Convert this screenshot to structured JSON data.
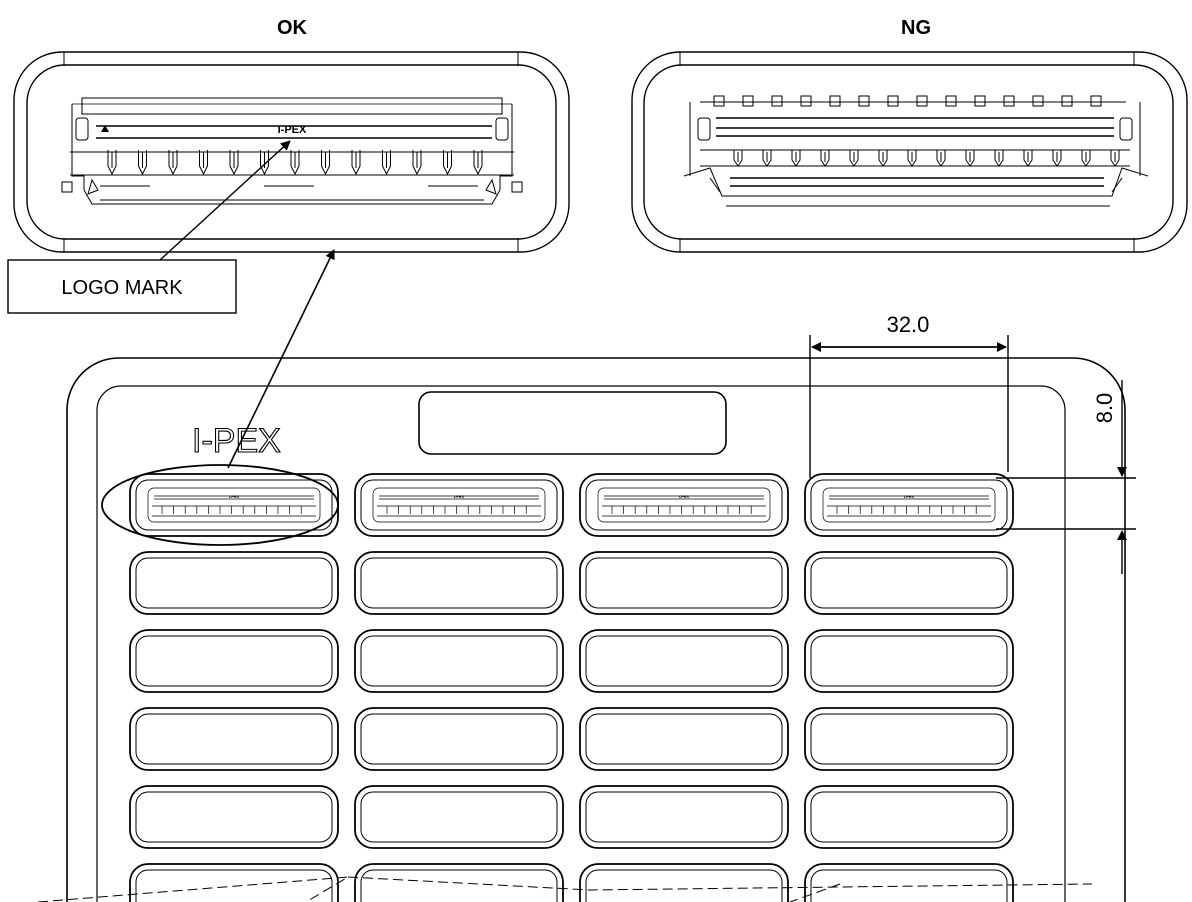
{
  "labels": {
    "ok": "OK",
    "ng": "NG",
    "logo_mark": "LOGO MARK",
    "brand_logo": "I-PEX"
  },
  "dimensions": {
    "pitch": "32.0",
    "height": "8.0"
  },
  "tray": {
    "columns": 4,
    "rows_visible": 6,
    "filled_cells_in_first_row": 4
  },
  "colors": {
    "line": "#000000",
    "background": "#ffffff"
  }
}
